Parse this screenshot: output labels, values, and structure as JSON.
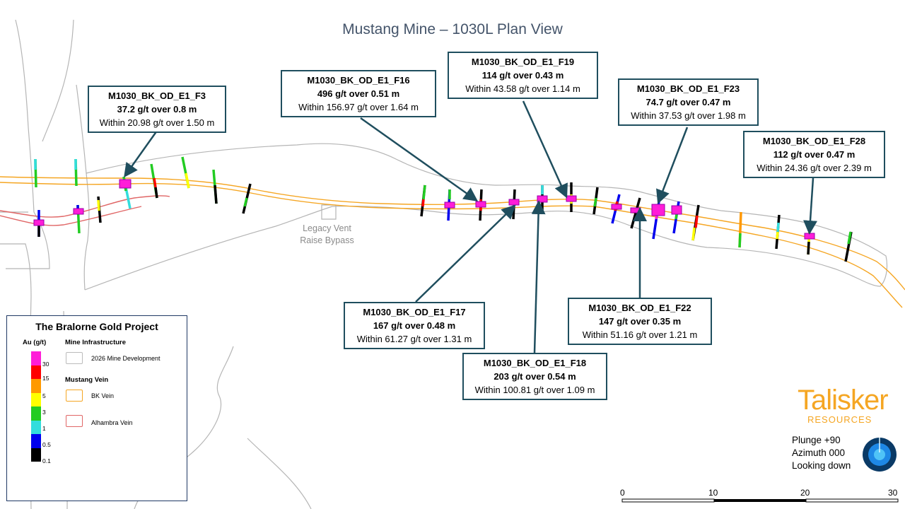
{
  "title": "Mustang Mine – 1030L Plan View",
  "callouts": [
    {
      "id": "F3",
      "hole": "M1030_BK_OD_E1_F3",
      "highlight": "37.2 g/t over 0.8 m",
      "within": "Within 20.98 g/t over 1.50 m"
    },
    {
      "id": "F16",
      "hole": "M1030_BK_OD_E1_F16",
      "highlight": "496 g/t over 0.51 m",
      "within": "Within 156.97 g/t over 1.64 m"
    },
    {
      "id": "F19",
      "hole": "M1030_BK_OD_E1_F19",
      "highlight": "114 g/t over 0.43 m",
      "within": "Within 43.58 g/t over 1.14 m"
    },
    {
      "id": "F23",
      "hole": "M1030_BK_OD_E1_F23",
      "highlight": "74.7 g/t over 0.47 m",
      "within": "Within 37.53 g/t over 1.98 m"
    },
    {
      "id": "F28",
      "hole": "M1030_BK_OD_E1_F28",
      "highlight": "112 g/t over 0.47 m",
      "within": "Within 24.36 g/t over 2.39 m"
    },
    {
      "id": "F17",
      "hole": "M1030_BK_OD_E1_F17",
      "highlight": "167 g/t over 0.48 m",
      "within": "Within 61.27 g/t over 1.31 m"
    },
    {
      "id": "F22",
      "hole": "M1030_BK_OD_E1_F22",
      "highlight": "147 g/t over 0.35 m",
      "within": "Within 51.16 g/t over 1.21 m"
    },
    {
      "id": "F18",
      "hole": "M1030_BK_OD_E1_F18",
      "highlight": "203 g/t over 0.54 m",
      "within": "Within 100.81 g/t over 1.09 m"
    }
  ],
  "map_labels": {
    "vent_line1": "Legacy Vent",
    "vent_line2": "Raise Bypass"
  },
  "legend": {
    "title": "The Bralorne Gold Project",
    "au_label": "Au (g/t)",
    "ramp_colors": [
      "#ff1dd8",
      "#ff0000",
      "#ff9900",
      "#ffff00",
      "#22cc22",
      "#33dddd",
      "#0000ee",
      "#000000"
    ],
    "ticks": [
      "30",
      "15",
      "5",
      "3",
      "1",
      "0.5",
      "0.1"
    ],
    "infra_header": "Mine Infrastructure",
    "infra_item": "2026 Mine Development",
    "vein_header": "Mustang Vein",
    "bk_vein": "BK Vein",
    "alhambra_vein": "Alhambra Vein",
    "colors": {
      "bk": "#f5a623",
      "alhambra": "#e06666",
      "development": "#bbbbbb"
    }
  },
  "logo": {
    "name": "Talisker",
    "sub": "RESOURCES",
    "color": "#f5a623"
  },
  "orientation": {
    "plunge": "Plunge +90",
    "azimuth": "Azimuth 000",
    "view": "Looking down"
  },
  "scale": {
    "ticks": [
      "0",
      "10",
      "20",
      "30"
    ]
  }
}
